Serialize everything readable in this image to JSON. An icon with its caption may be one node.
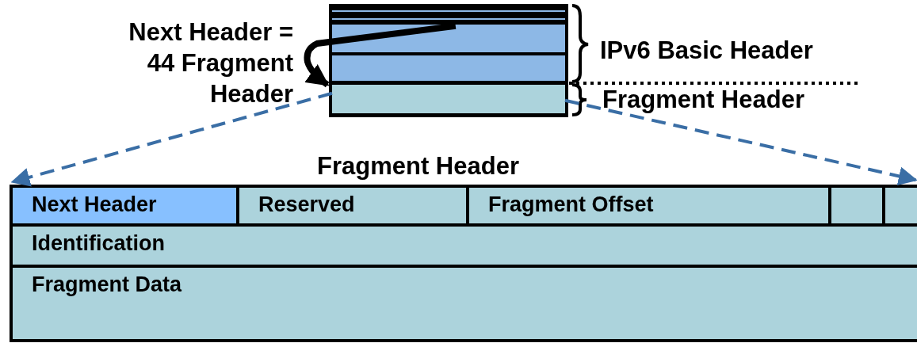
{
  "diagram": {
    "nodes": [
      {
        "text": [],
        "shape": "box"
      },
      {
        "text": [],
        "shape": "box",
        "in": 0
      },
      {
        "text": [],
        "shape": "box",
        "in": 0
      },
      {
        "text": [],
        "shape": "box",
        "in": 0
      },
      {
        "text": [
          "Fragment Header"
        ]
      },
      {
        "text": [
          "Next Header"
        ],
        "in": 4
      },
      {
        "text": [
          "Reserved"
        ],
        "in": 4
      },
      {
        "text": [
          "Fragment Offset"
        ],
        "in": 4
      },
      {
        "text": [],
        "shape": "box",
        "in": 4
      },
      {
        "text": [],
        "shape": "box",
        "in": 4
      },
      {
        "text": [
          "Identification"
        ],
        "in": 4
      },
      {
        "text": [
          "Fragment Data"
        ],
        "in": 4
      }
    ],
    "edges": [
      {
        "from": 1,
        "to": 3,
        "arrow": "to",
        "style": "thick",
        "color": "#000000"
      },
      {
        "from": 3,
        "to": 4,
        "arrow": "to",
        "style": "dashed",
        "color": "#3a6ea5"
      },
      {
        "from": 3,
        "to": 4,
        "arrow": "to",
        "style": "dashed",
        "color": "#3a6ea5"
      }
    ],
    "labels": [
      "Next Header = 44 Fragment Header",
      "IPv6 Basic Header",
      "Fragment Header"
    ]
  }
}
